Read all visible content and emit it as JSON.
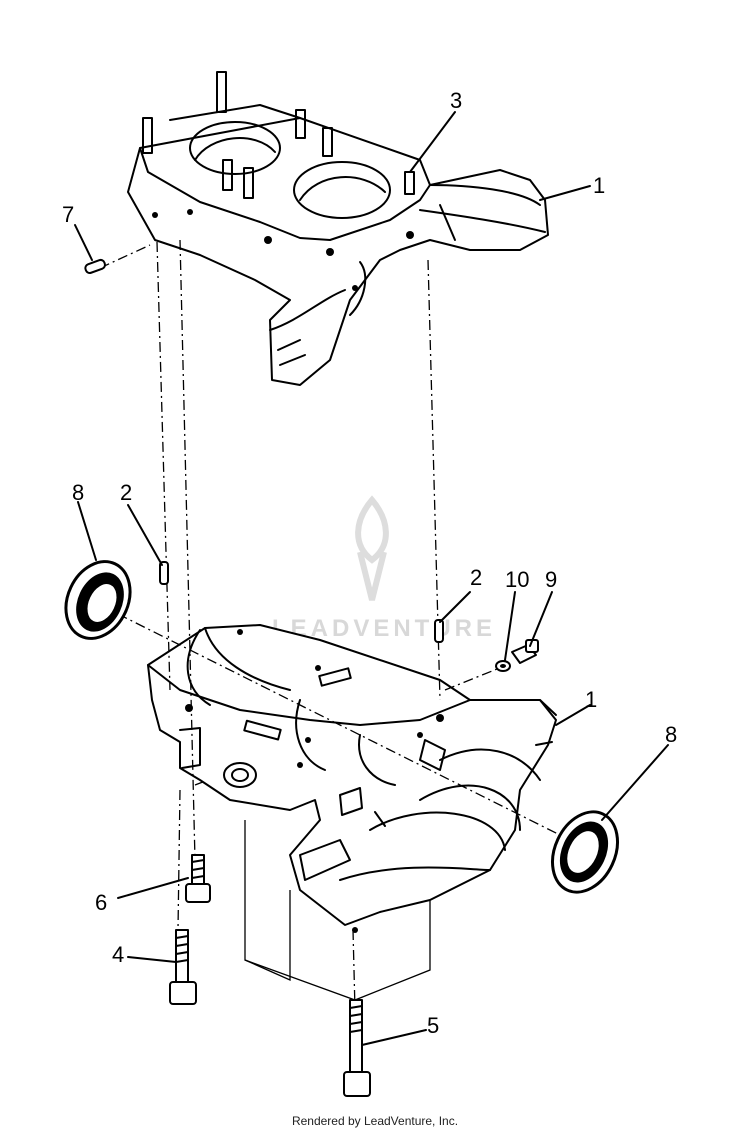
{
  "diagram": {
    "callouts": {
      "c1_top": "1",
      "c1_bottom": "1",
      "c2_left": "2",
      "c2_right": "2",
      "c3": "3",
      "c4": "4",
      "c5": "5",
      "c6": "6",
      "c7": "7",
      "c8_left": "8",
      "c8_right": "8",
      "c9": "9",
      "c10": "10"
    },
    "watermark": "LEADVENTURE"
  },
  "footer": {
    "text": "Rendered by LeadVenture, Inc."
  }
}
